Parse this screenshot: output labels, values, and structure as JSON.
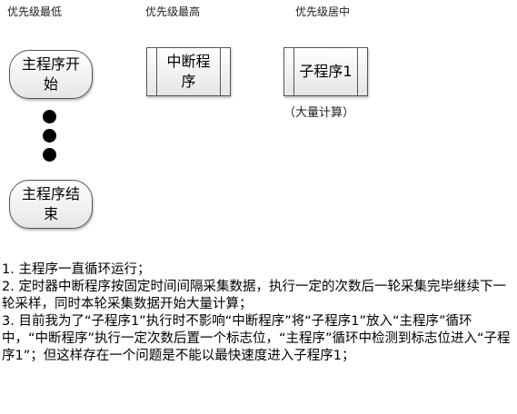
{
  "columns": [
    {
      "priority_label": "优先级最低"
    },
    {
      "priority_label": "优先级最高"
    },
    {
      "priority_label": "优先级居中"
    }
  ],
  "nodes": {
    "main_start": {
      "line1": "主程序开",
      "line2": "始"
    },
    "main_end": {
      "line1": "主程序结",
      "line2": "束"
    },
    "interrupt": {
      "line1": "中断程",
      "line2": "序"
    },
    "subroutine1": {
      "label": "子程序1"
    }
  },
  "subroutine_note": "（大量计算）",
  "description": [
    "1. 主程序一直循环运行；",
    "2. 定时器中断程序按固定时间间隔采集数据，执行一定的次数后一轮采集完毕继续下一轮采样，同时本轮采集数据开始大量计算；",
    "3. 目前我为了“子程序1”执行时不影响“中断程序”将“子程序1”放入“主程序”循环中，“中断程序”执行一定次数后置一个标志位，“主程序”循环中检测到标志位进入“子程序1”；但这样存在一个问题是不能以最快速度进入子程序1；"
  ]
}
